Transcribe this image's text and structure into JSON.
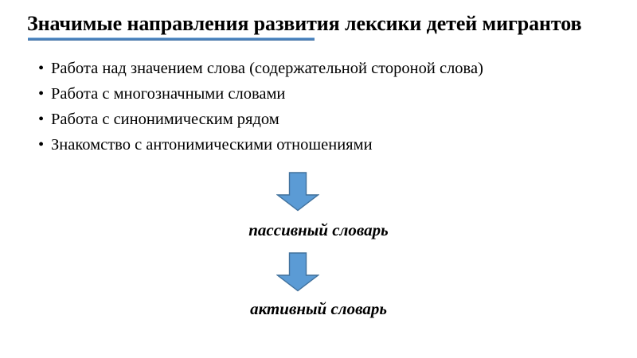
{
  "slide": {
    "title": "Значимые направления развития лексики детей мигрантов",
    "bullets": [
      {
        "marker": "•",
        "text": "Работа над значением слова (содержательной стороной слова)"
      },
      {
        "marker": "•",
        "text": "Работа с многозначными словами"
      },
      {
        "marker": "•",
        "text": "Работа с синонимическим рядом"
      },
      {
        "marker": "•",
        "text": "Знакомство с антонимическими отношениями"
      }
    ],
    "flow": {
      "labels": [
        "пассивный словарь",
        "активный словарь"
      ],
      "arrows": [
        {
          "name": "down-arrow-to-passive-vocabulary"
        },
        {
          "name": "down-arrow-to-active-vocabulary"
        }
      ]
    },
    "colors": {
      "arrow_fill": "#5b9bd5",
      "arrow_stroke": "#41719c",
      "title_rule": "#4a82bd",
      "text": "#000000",
      "background": "#ffffff"
    }
  }
}
